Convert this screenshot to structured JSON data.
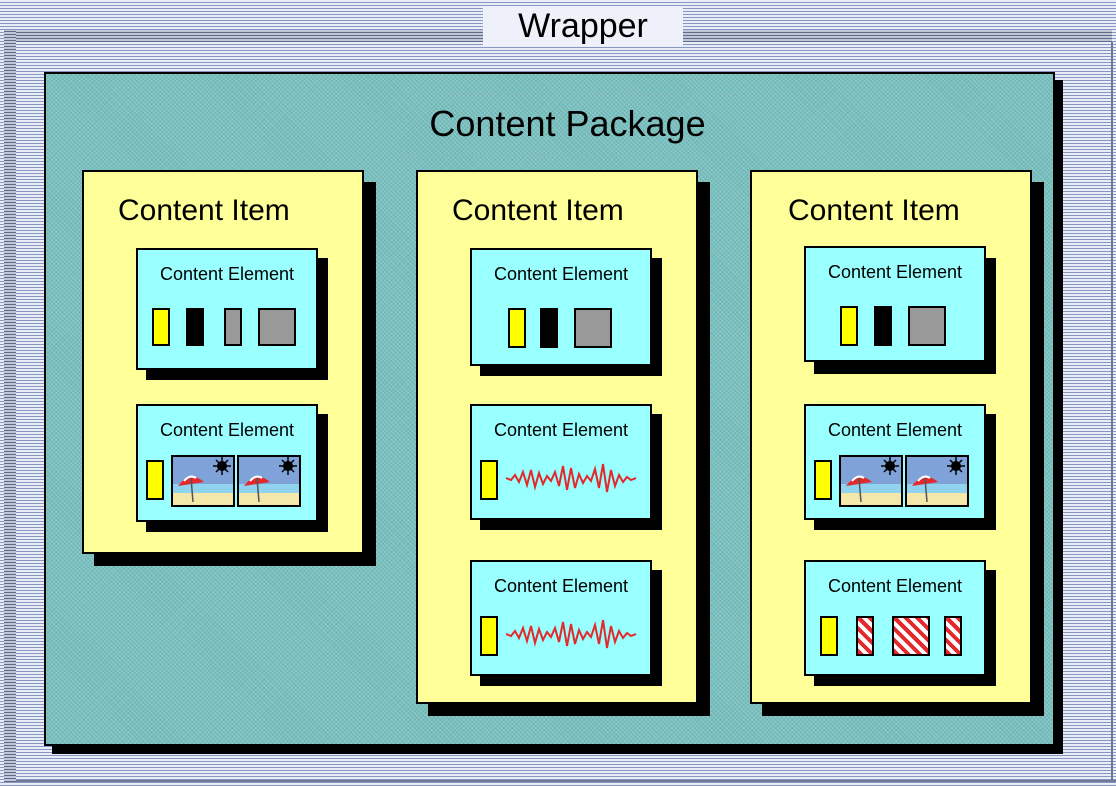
{
  "wrapper": {
    "label": "Wrapper"
  },
  "package": {
    "label": "Content Package"
  },
  "items": [
    {
      "label": "Content Item",
      "elements": [
        {
          "label": "Content Element",
          "icons": [
            "yellow-block-icon",
            "black-block-icon",
            "gray-block-icon",
            "gray-square-icon"
          ]
        },
        {
          "label": "Content Element",
          "icons": [
            "yellow-block-icon",
            "beach-umbrella-image-icon",
            "beach-umbrella-image-icon"
          ]
        }
      ]
    },
    {
      "label": "Content Item",
      "elements": [
        {
          "label": "Content Element",
          "icons": [
            "yellow-block-icon",
            "black-block-icon",
            "gray-square-icon"
          ]
        },
        {
          "label": "Content Element",
          "icons": [
            "yellow-block-icon",
            "audio-waveform-icon"
          ]
        },
        {
          "label": "Content Element",
          "icons": [
            "yellow-block-icon",
            "audio-waveform-icon"
          ]
        }
      ]
    },
    {
      "label": "Content Item",
      "elements": [
        {
          "label": "Content Element",
          "icons": [
            "yellow-block-icon",
            "black-block-icon",
            "gray-square-icon"
          ]
        },
        {
          "label": "Content Element",
          "icons": [
            "yellow-block-icon",
            "beach-umbrella-image-icon",
            "beach-umbrella-image-icon"
          ]
        },
        {
          "label": "Content Element",
          "icons": [
            "yellow-block-icon",
            "red-hatched-block-icon",
            "red-hatched-square-icon",
            "red-hatched-block-icon"
          ]
        }
      ]
    }
  ],
  "colors": {
    "package_fill": "#77c0bf",
    "item_fill": "#ffff99",
    "element_fill": "#99ffff",
    "waveform": "#e3292c"
  }
}
